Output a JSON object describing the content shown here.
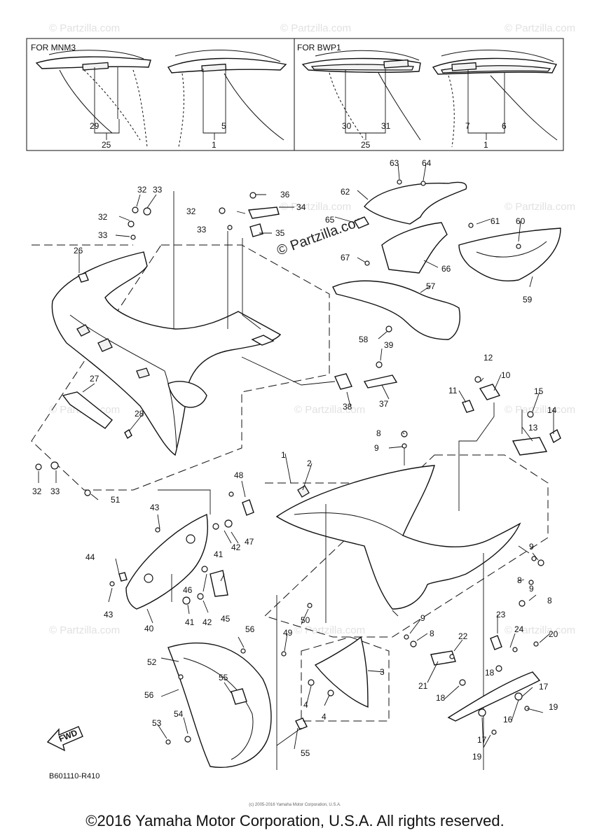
{
  "inset_boxes": [
    {
      "title": "FOR MNM3",
      "left_refs": [
        "29",
        "25"
      ],
      "right_refs": [
        "5",
        "1"
      ]
    },
    {
      "title": "FOR BWP1",
      "left_refs": [
        "30",
        "31",
        "25"
      ],
      "right_refs": [
        "7",
        "6",
        "1"
      ]
    }
  ],
  "callouts": [
    "1",
    "2",
    "3",
    "4",
    "5",
    "6",
    "7",
    "8",
    "9",
    "10",
    "11",
    "12",
    "13",
    "14",
    "15",
    "16",
    "17",
    "18",
    "19",
    "20",
    "21",
    "22",
    "23",
    "24",
    "25",
    "26",
    "27",
    "28",
    "29",
    "30",
    "31",
    "32",
    "33",
    "34",
    "35",
    "36",
    "37",
    "38",
    "39",
    "40",
    "41",
    "42",
    "43",
    "44",
    "45",
    "46",
    "47",
    "48",
    "49",
    "50",
    "51",
    "52",
    "53",
    "54",
    "55",
    "56",
    "57",
    "58",
    "59",
    "60",
    "61",
    "62",
    "63",
    "64",
    "65",
    "66",
    "67"
  ],
  "watermark": "© Partzilla.com",
  "watermark_center": "© Partzilla.com",
  "fwd_label": "FWD",
  "diagram_code": "B601110-R410",
  "tiny_notice": "(c) 2005-2016 Yamaha Motor Corporation, U.S.A.",
  "copyright": "©2016 Yamaha Motor Corporation, U.S.A. All rights reserved."
}
